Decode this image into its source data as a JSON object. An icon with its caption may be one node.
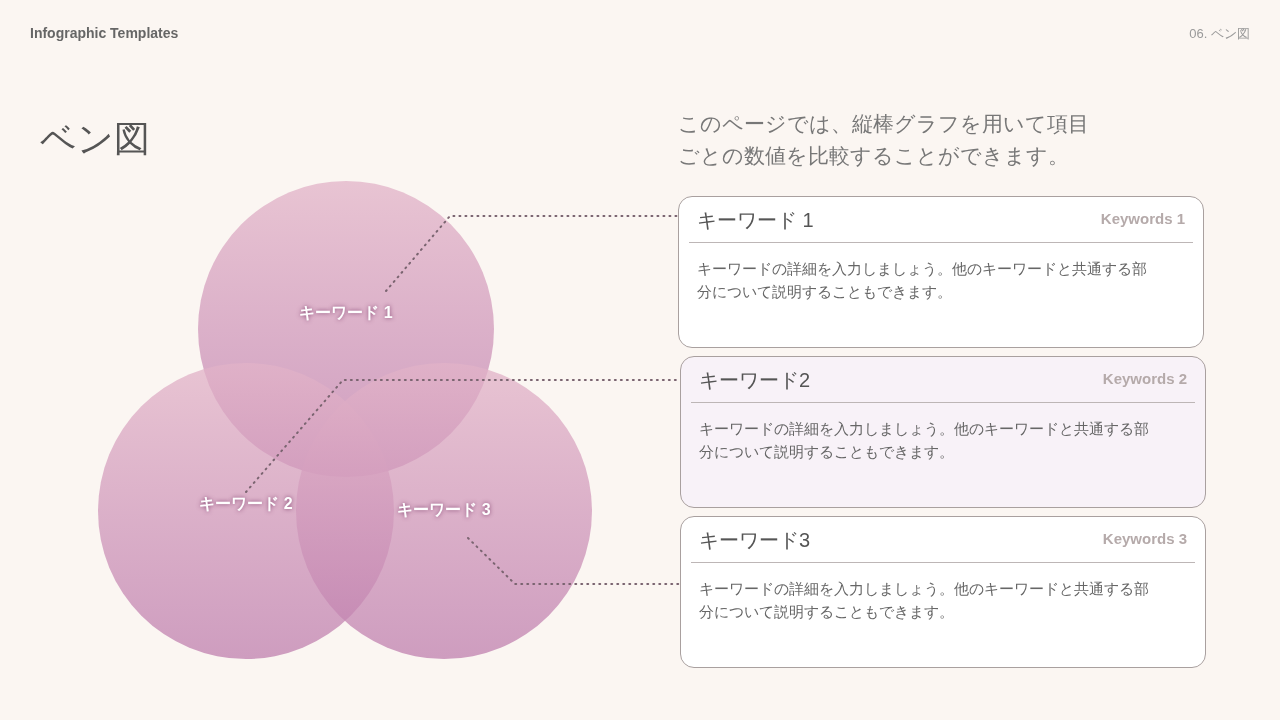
{
  "diagram": {
    "title": "ベン図",
    "nodes": [
      {
        "text": [
          "キーワード 1"
        ]
      },
      {
        "text": [
          "キーワード 2"
        ]
      },
      {
        "text": [
          "キーワード 3"
        ]
      },
      {
        "text": [
          "キーワード 1",
          "Keywords 1",
          "キーワードの詳細を入力しましょう。他のキーワードと共通する部分について説明することもできます。"
        ]
      },
      {
        "text": [
          "キーワード2",
          "Keywords 2",
          "キーワードの詳細を入力しましょう。他のキーワードと共通する部分について説明することもできます。"
        ]
      },
      {
        "text": [
          "キーワード3",
          "Keywords 3",
          "キーワードの詳細を入力しましょう。他のキーワードと共通する部分について説明することもできます。"
        ]
      }
    ],
    "edges": [
      {
        "from": 0,
        "to": 3,
        "arrow": "none",
        "style": "dashed"
      },
      {
        "from": 1,
        "to": 4,
        "arrow": "none",
        "style": "dashed"
      },
      {
        "from": 2,
        "to": 5,
        "arrow": "none",
        "style": "dashed"
      }
    ],
    "labels": [
      "Infographic Templates",
      "06. ベン図",
      "このページでは、縦棒グラフを用いて項目ごとの数値を比較することができます。"
    ]
  }
}
